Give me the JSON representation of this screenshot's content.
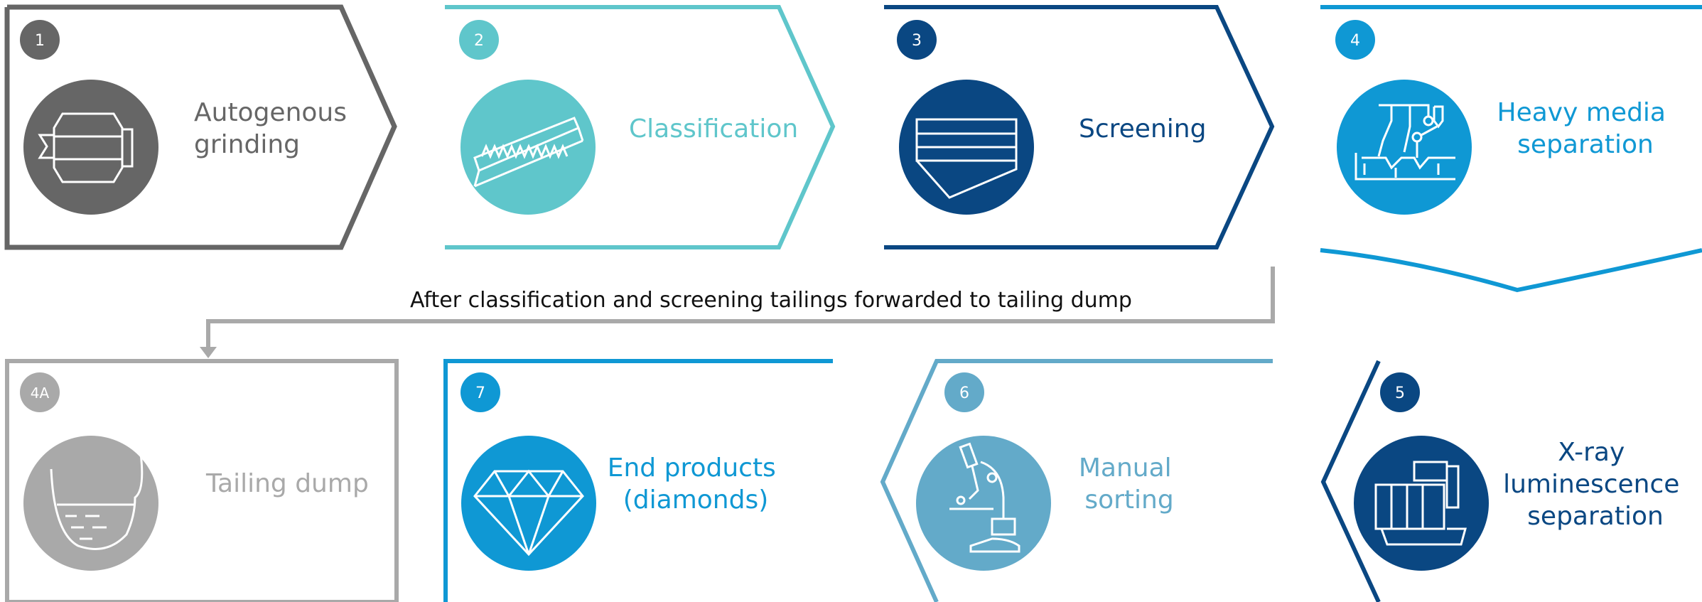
{
  "colors": {
    "gray_dark": "#666666",
    "teal": "#5fc6cb",
    "navy": "#0a4782",
    "blue": "#0f98d4",
    "gray_light": "#a9a9a9",
    "blue_mid": "#63aac9"
  },
  "flow_note": "After classification and screening tailings forwarded to tailing dump",
  "steps": [
    {
      "id": "1",
      "label_lines": [
        "Autogenous",
        "grinding"
      ],
      "icon": "grinding-mill-icon"
    },
    {
      "id": "2",
      "label_lines": [
        "Classification"
      ],
      "icon": "classifier-screw-icon"
    },
    {
      "id": "3",
      "label_lines": [
        "Screening"
      ],
      "icon": "screen-deck-icon"
    },
    {
      "id": "4",
      "label_lines": [
        "Heavy media",
        "separation"
      ],
      "icon": "heavy-media-icon"
    },
    {
      "id": "5",
      "label_lines": [
        "X-ray",
        "luminescence",
        "separation"
      ],
      "icon": "xray-machine-icon"
    },
    {
      "id": "6",
      "label_lines": [
        "Manual",
        "sorting"
      ],
      "icon": "microscope-icon"
    },
    {
      "id": "7",
      "label_lines": [
        "End products",
        "(diamonds)"
      ],
      "icon": "diamond-icon"
    },
    {
      "id": "4A",
      "label_lines": [
        "Tailing dump"
      ],
      "icon": "tailing-pond-icon"
    }
  ]
}
